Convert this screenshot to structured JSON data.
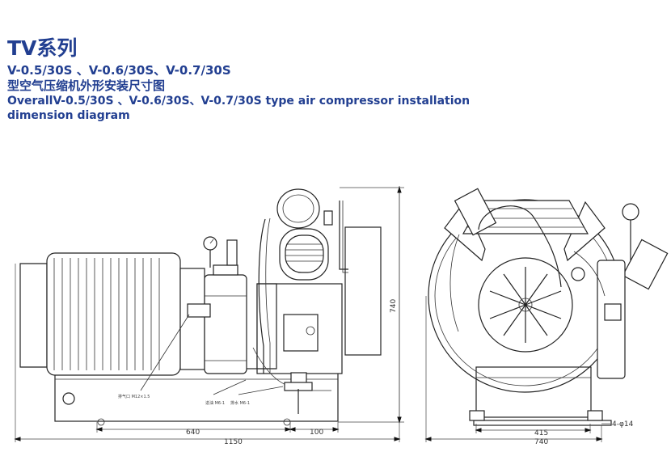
{
  "header": {
    "title": "TV系列",
    "models_line": "V-0.5/30S 、V-0.6/30S、V-0.7/30S",
    "chinese_caption": "型空气压缩机外形安装尺寸图",
    "english_caption_line1": "OverallV-0.5/30S 、V-0.6/30S、V-0.7/30S  type air compressor installation",
    "english_caption_line2": "dimension diagram"
  },
  "dimensions": {
    "side_view": {
      "overall_length": "1150",
      "motor_span": "640",
      "right_offset": "100",
      "height": "740"
    },
    "front_view": {
      "mount_width": "415",
      "overall_width": "740",
      "holes": "4-φ14"
    }
  },
  "callouts": {
    "left_note": "排气口 M12×1.5",
    "mid_note_1": "进油 M6-1",
    "mid_note_2": "排水 M6-1"
  }
}
